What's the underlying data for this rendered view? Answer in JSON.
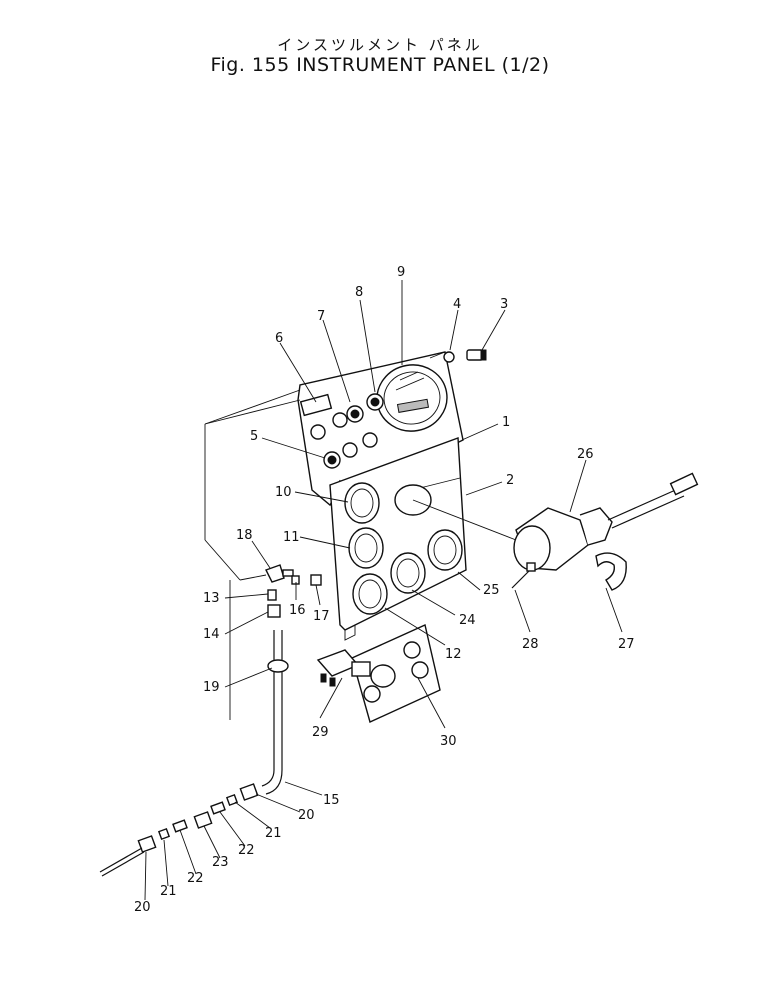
{
  "title_jp": "インスツルメント パネル",
  "title_en": "Fig. 155 INSTRUMENT PANEL (1/2)",
  "callouts": {
    "c1": "1",
    "c2": "2",
    "c3": "3",
    "c4": "4",
    "c5": "5",
    "c6": "6",
    "c7": "7",
    "c8": "8",
    "c9": "9",
    "c10": "10",
    "c11": "11",
    "c12": "12",
    "c13": "13",
    "c14": "14",
    "c15": "15",
    "c16": "16",
    "c17": "17",
    "c18": "18",
    "c19": "19",
    "c20a": "20",
    "c20b": "20",
    "c21a": "21",
    "c21b": "21",
    "c22a": "22",
    "c22b": "22",
    "c23": "23",
    "c24": "24",
    "c25": "25",
    "c26": "26",
    "c27": "27",
    "c28": "28",
    "c29": "29",
    "c30": "30"
  }
}
